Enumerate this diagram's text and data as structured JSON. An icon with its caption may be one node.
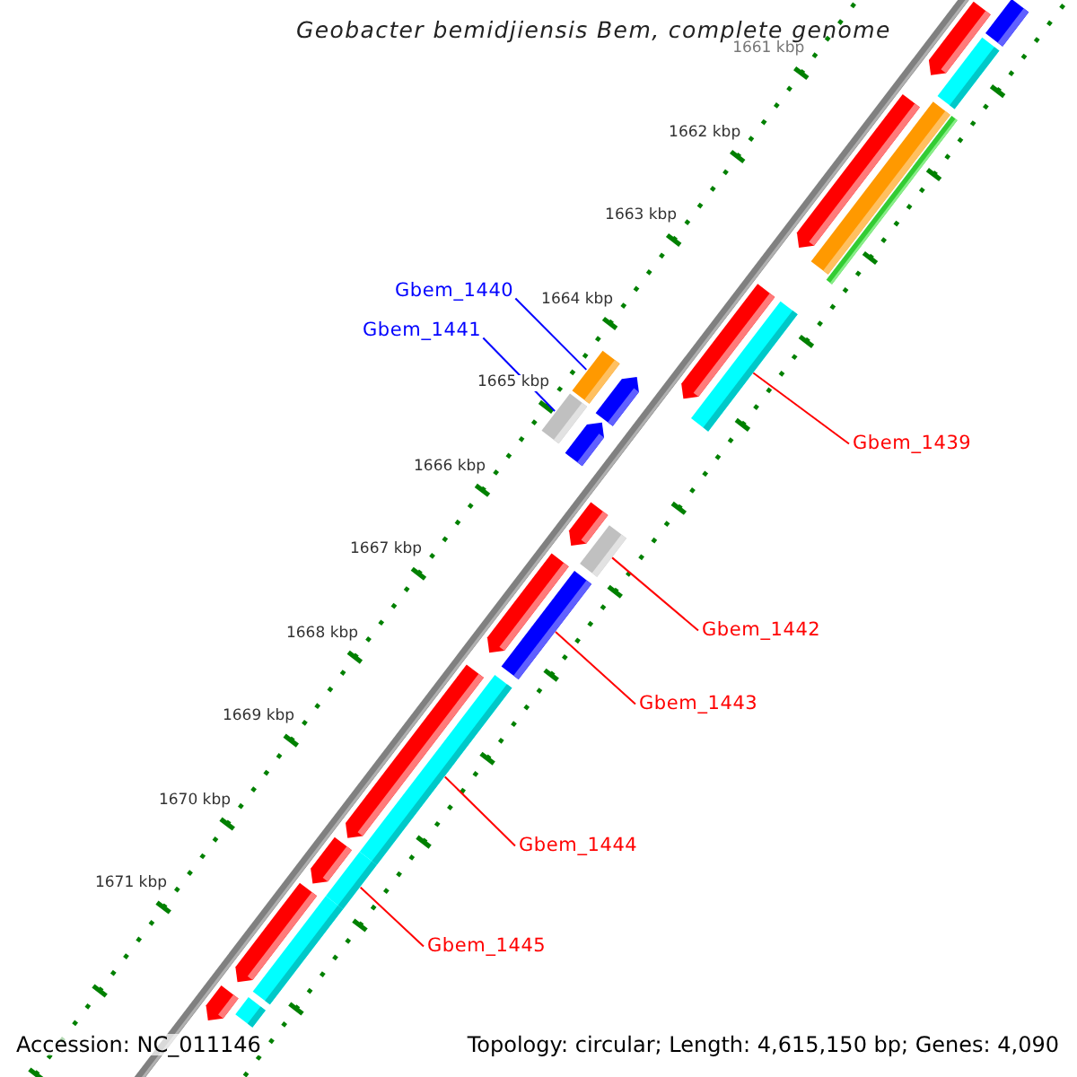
{
  "diagram": {
    "title": "Geobacter bemidjiensis Bem, complete genome",
    "nodes": [
      {
        "text": [
          "Gbem_1440"
        ]
      },
      {
        "text": [
          "Gbem_1441"
        ]
      },
      {
        "text": [],
        "shape": "bar"
      },
      {
        "text": [],
        "shape": "bar"
      },
      {
        "text": [
          "Gbem_1439"
        ]
      },
      {
        "text": [],
        "shape": "bar"
      },
      {
        "text": [
          "Gbem_1442"
        ]
      },
      {
        "text": [],
        "shape": "bar"
      },
      {
        "text": [
          "Gbem_1443"
        ]
      },
      {
        "text": [],
        "shape": "bar"
      },
      {
        "text": [
          "Gbem_1444"
        ]
      },
      {
        "text": [],
        "shape": "bar"
      },
      {
        "text": [
          "Gbem_1445"
        ]
      },
      {
        "text": [],
        "shape": "bar"
      },
      {
        "text": [],
        "shape": "bar"
      },
      {
        "text": [],
        "shape": "arrow"
      },
      {
        "text": [],
        "shape": "bar"
      },
      {
        "text": [],
        "shape": "bar"
      },
      {
        "text": [],
        "shape": "bar"
      },
      {
        "text": [],
        "shape": "arrow"
      },
      {
        "text": [],
        "shape": "arrow"
      },
      {
        "text": [],
        "shape": "arrow"
      },
      {
        "text": [],
        "shape": "arrow"
      },
      {
        "text": [],
        "shape": "arrow"
      },
      {
        "text": [],
        "shape": "arrow"
      },
      {
        "text": [],
        "shape": "arrow"
      },
      {
        "text": [],
        "shape": "arrow"
      },
      {
        "text": [],
        "shape": "arrow"
      },
      {
        "text": [],
        "shape": "bar"
      },
      {
        "text": [],
        "shape": "arrow"
      },
      {
        "text": [],
        "shape": "bar"
      }
    ],
    "edges": [
      {
        "from": 0,
        "to": 2,
        "arrow": "none",
        "color": "#0000ff"
      },
      {
        "from": 1,
        "to": 3,
        "arrow": "none",
        "color": "#0000ff"
      },
      {
        "from": 4,
        "to": 5,
        "arrow": "none"
      },
      {
        "from": 6,
        "to": 7,
        "arrow": "none"
      },
      {
        "from": 8,
        "to": 9,
        "arrow": "none"
      },
      {
        "from": 10,
        "to": 11,
        "arrow": "none"
      },
      {
        "from": 12,
        "to": 13,
        "arrow": "none"
      }
    ],
    "labels": [
      "1661 kbp",
      "1662 kbp",
      "1663 kbp",
      "1664 kbp",
      "1665 kbp",
      "1666 kbp",
      "1667 kbp",
      "1668 kbp",
      "1669 kbp",
      "1670 kbp",
      "1671 kbp",
      "Accession: NC_011146",
      "Topology: circular; Length: 4,615,150 bp; Genes: 4,090"
    ]
  }
}
